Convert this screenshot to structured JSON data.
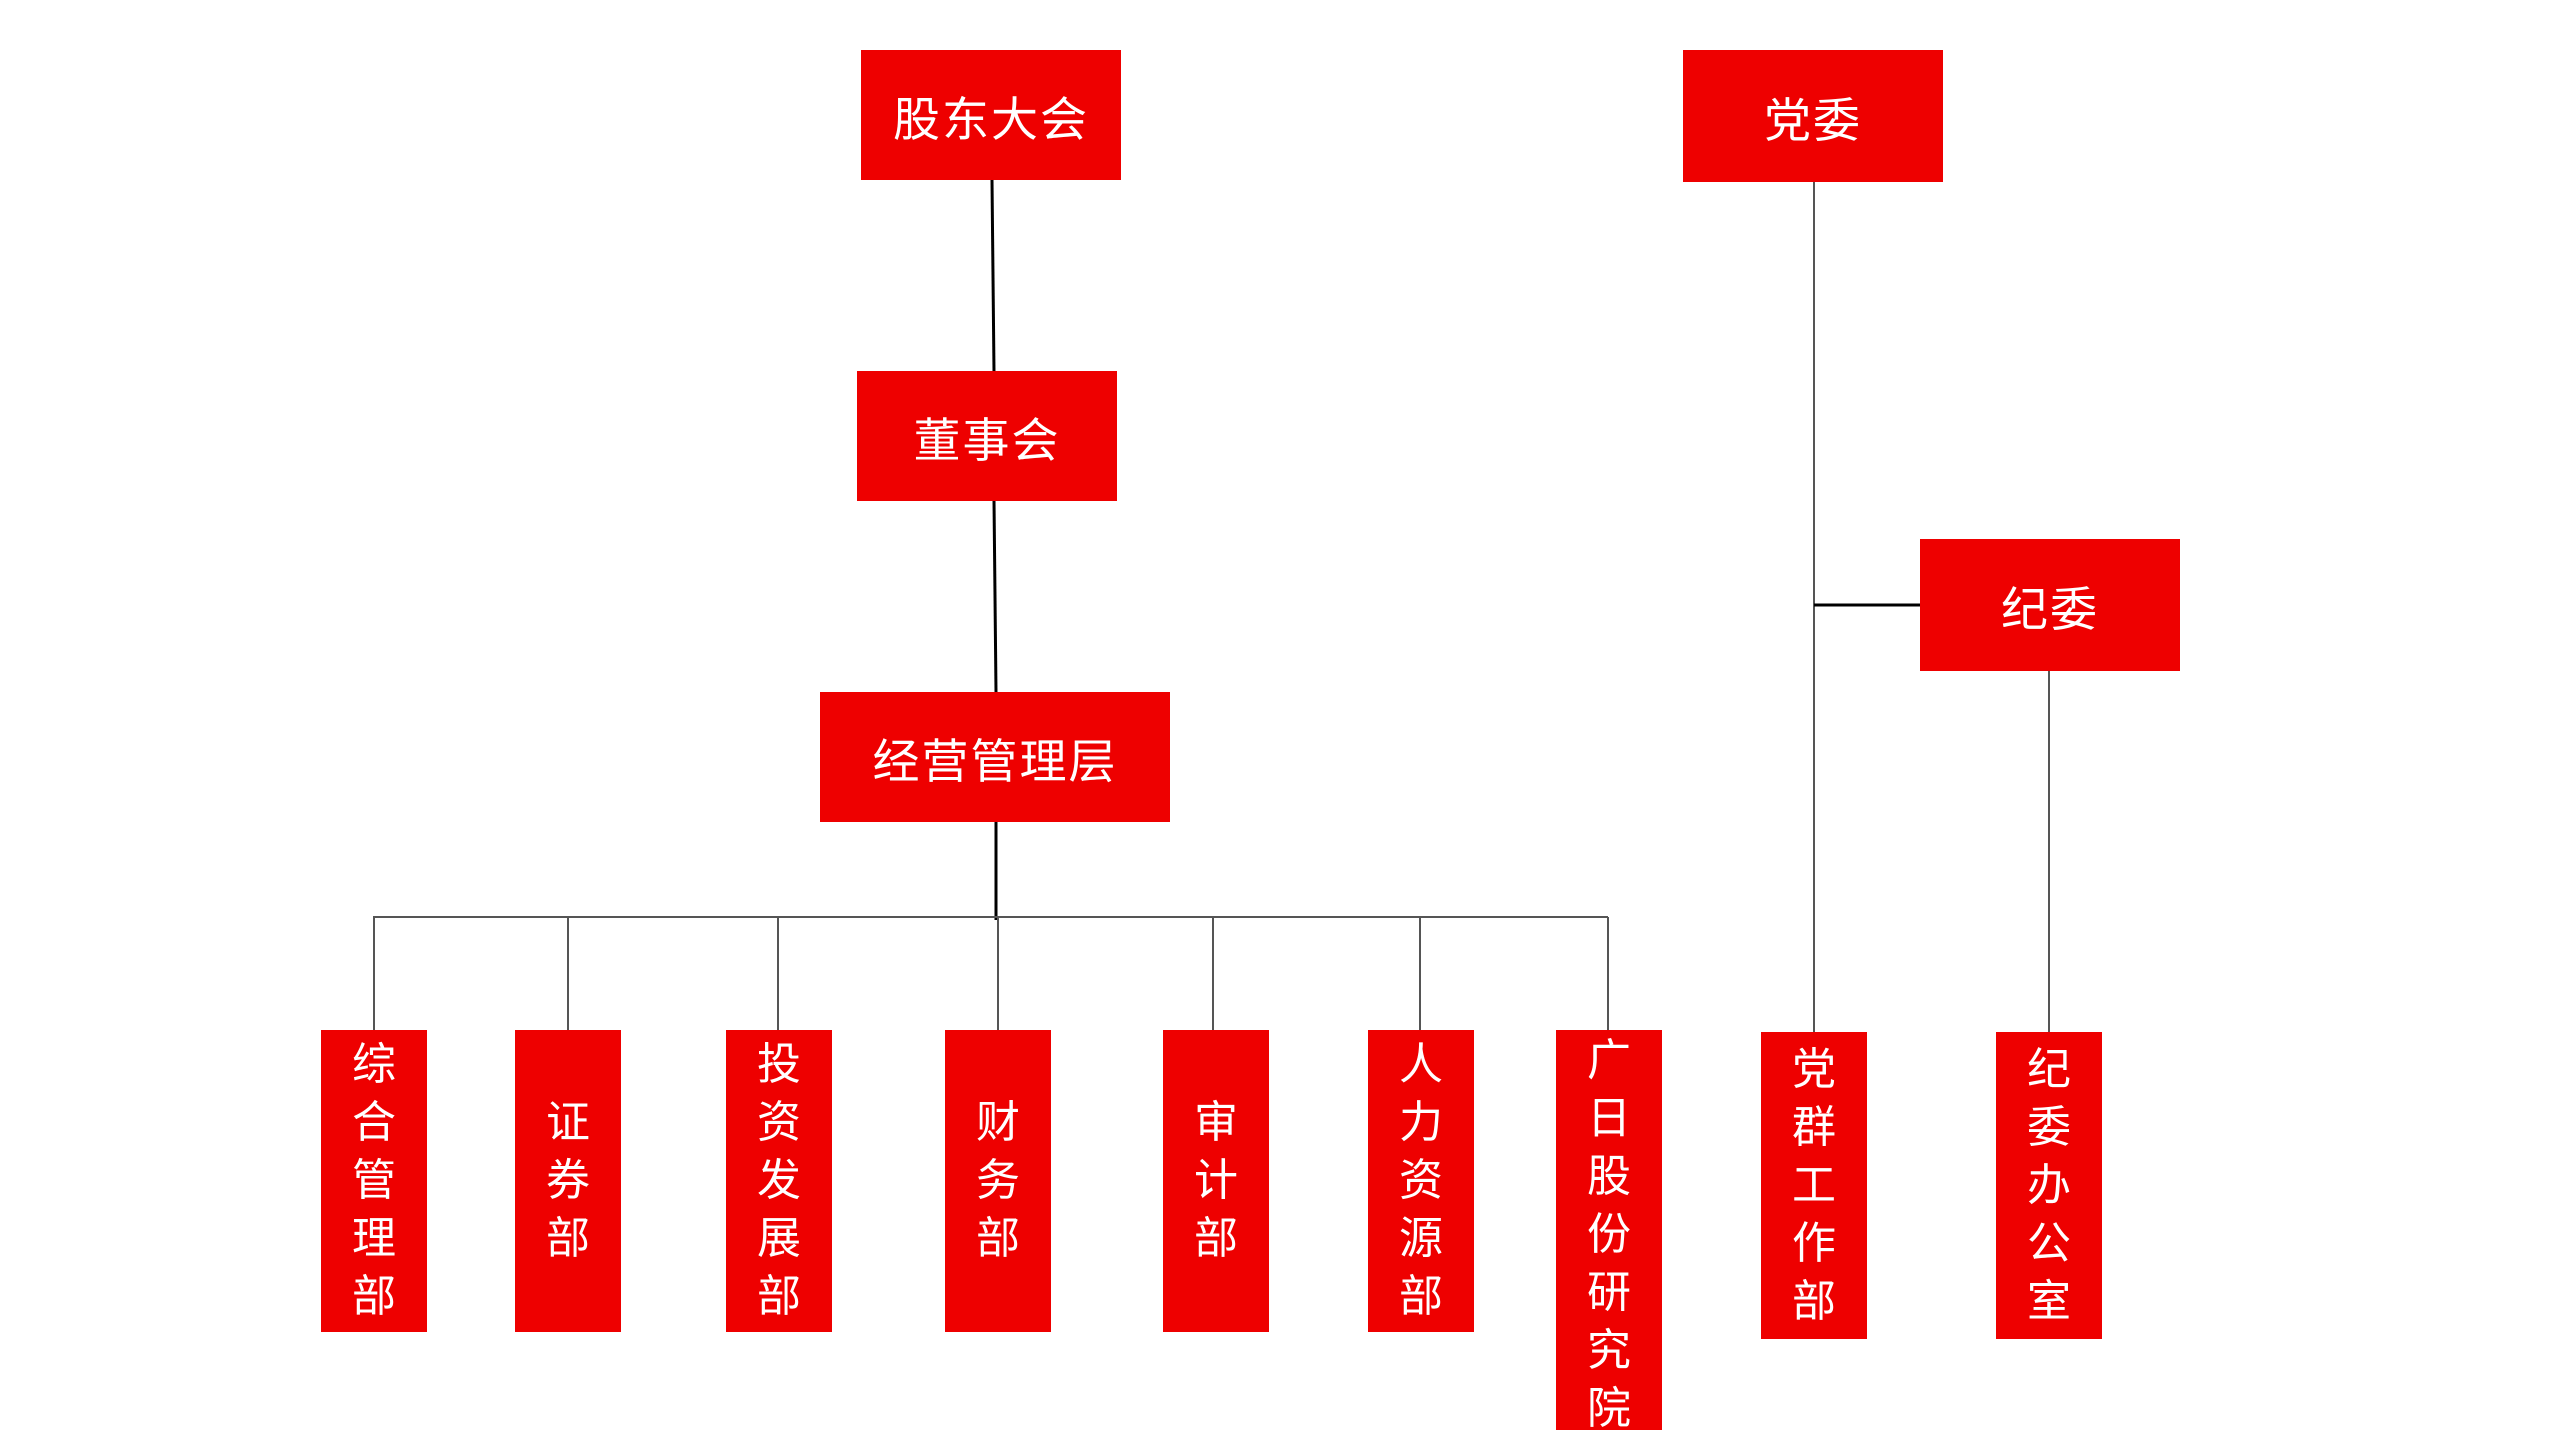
{
  "colors": {
    "box": "#ee0000",
    "text": "#ffffff",
    "line": "#000000"
  },
  "nodes": {
    "shareholders": "股东大会",
    "board": "董事会",
    "management": "经营管理层",
    "party_committee": "党委",
    "discipline_committee": "纪委"
  },
  "departments": [
    "综合管理部",
    "证券部",
    "投资发展部",
    "财务部",
    "审计部",
    "人力资源部",
    "广日股份研究院"
  ],
  "party_departments": [
    "党群工作部",
    "纪委办公室"
  ]
}
